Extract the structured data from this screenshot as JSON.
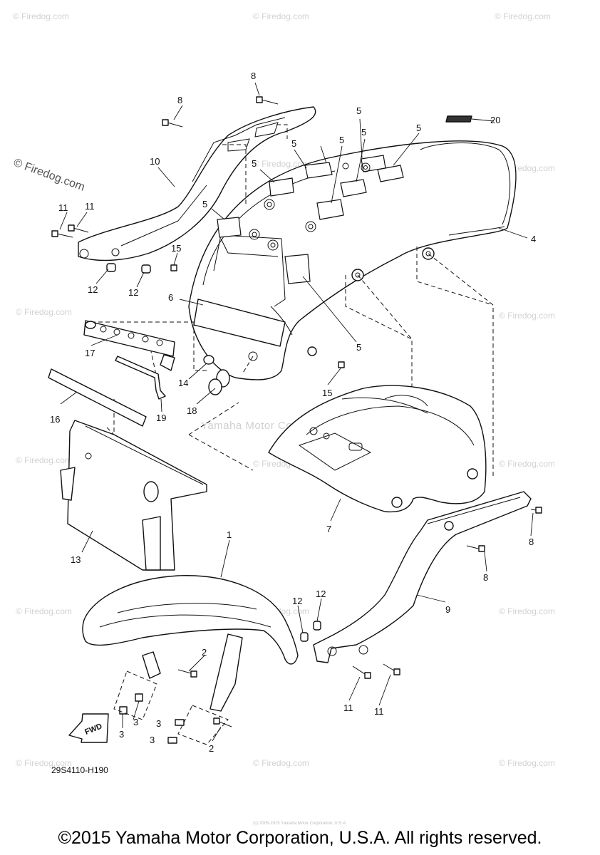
{
  "watermark": {
    "text": "© Firedog.com",
    "center_text": "Yamaha Motor Corp. U.S.A."
  },
  "diagram_code": "29S4110-H190",
  "fwd_label": "FWD",
  "footer": {
    "copyright": "©2015 Yamaha Motor Corporation, U.S.A. All rights reserved.",
    "small_notice": "(c) 2005-2015 Yamaha Motor Corporation, U.S.A."
  },
  "callouts": [
    "1",
    "2",
    "2",
    "3",
    "3",
    "3",
    "3",
    "4",
    "5",
    "5",
    "5",
    "5",
    "5",
    "5",
    "5",
    "5",
    "6",
    "7",
    "8",
    "8",
    "8",
    "8",
    "9",
    "10",
    "11",
    "11",
    "11",
    "11",
    "12",
    "12",
    "12",
    "12",
    "13",
    "14",
    "15",
    "15",
    "16",
    "17",
    "18",
    "19",
    "20"
  ]
}
